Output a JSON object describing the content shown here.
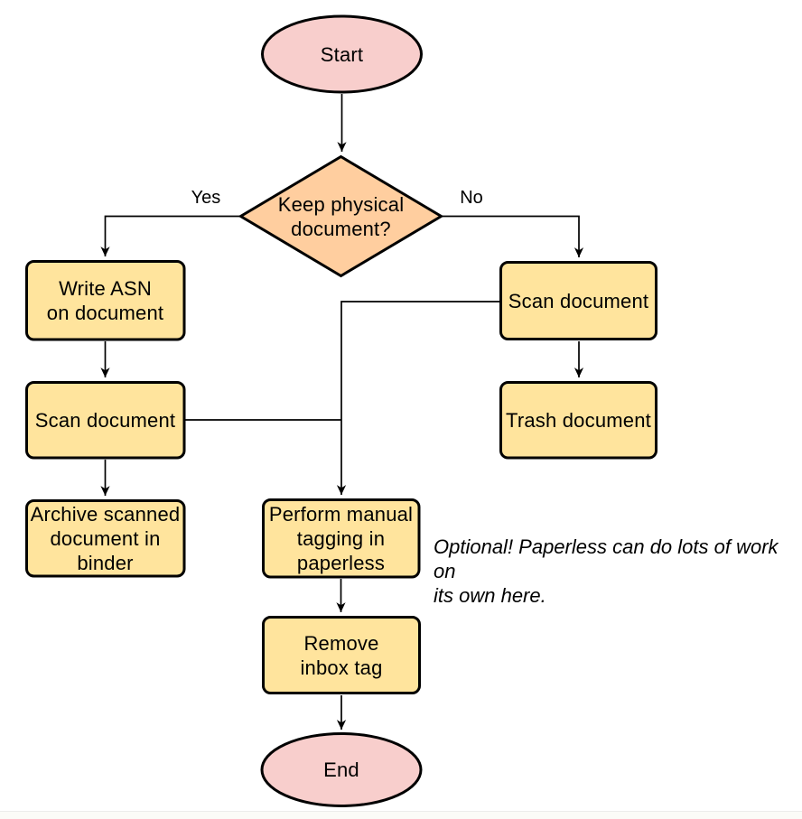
{
  "diagram_type": "flowchart",
  "colors": {
    "terminator_fill": "#f8cecc",
    "decision_fill": "#ffce9f",
    "process_fill": "#ffe49d",
    "stroke": "#000000",
    "background": "#ffffff"
  },
  "nodes": {
    "start": {
      "shape": "terminator",
      "label": "Start"
    },
    "decision": {
      "shape": "decision",
      "label": "Keep physical\ndocument?"
    },
    "write_asn": {
      "shape": "process",
      "label": "Write ASN\non document"
    },
    "scan_left": {
      "shape": "process",
      "label": "Scan document"
    },
    "archive": {
      "shape": "process",
      "label": "Archive scanned\ndocument in\nbinder"
    },
    "scan_right": {
      "shape": "process",
      "label": "Scan document"
    },
    "trash": {
      "shape": "process",
      "label": "Trash document"
    },
    "perform_tagging": {
      "shape": "process",
      "label": "Perform manual\ntagging in\npaperless"
    },
    "remove_inbox_tag": {
      "shape": "process",
      "label": "Remove\ninbox tag"
    },
    "end": {
      "shape": "terminator",
      "label": "End"
    }
  },
  "edge_labels": {
    "yes": "Yes",
    "no": "No"
  },
  "edges": [
    {
      "from": "start",
      "to": "decision",
      "label": ""
    },
    {
      "from": "decision",
      "to": "write_asn",
      "label": "Yes"
    },
    {
      "from": "decision",
      "to": "scan_right",
      "label": "No"
    },
    {
      "from": "write_asn",
      "to": "scan_left",
      "label": ""
    },
    {
      "from": "scan_left",
      "to": "archive",
      "label": ""
    },
    {
      "from": "scan_left",
      "to": "perform_tagging",
      "label": ""
    },
    {
      "from": "scan_right",
      "to": "trash",
      "label": ""
    },
    {
      "from": "scan_right",
      "to": "perform_tagging",
      "label": ""
    },
    {
      "from": "perform_tagging",
      "to": "remove_inbox_tag",
      "label": ""
    },
    {
      "from": "remove_inbox_tag",
      "to": "end",
      "label": ""
    }
  ],
  "annotation": {
    "text": "Optional! Paperless can do lots of work on\nits own here."
  }
}
